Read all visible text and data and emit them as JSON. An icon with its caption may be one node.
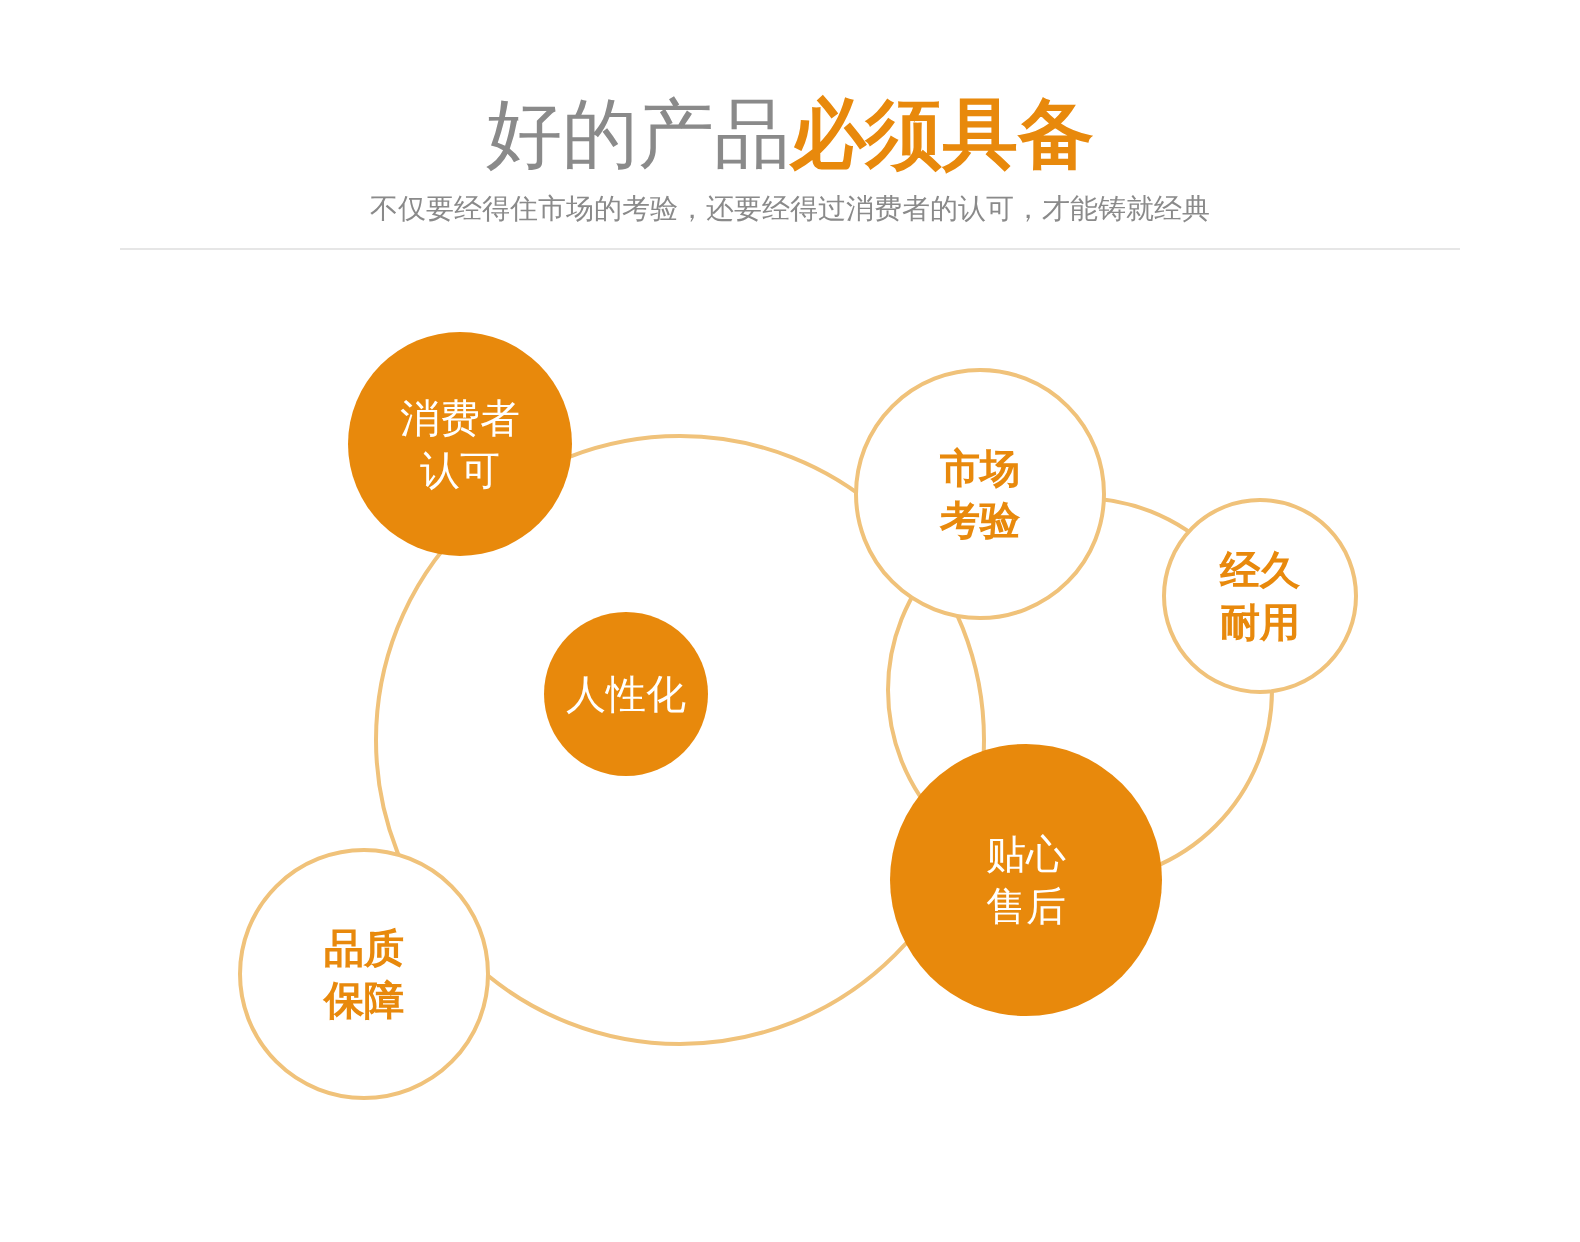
{
  "diagram": {
    "title": "好的产品**必须具备**",
    "caption": "不仅要经得住市场的考验，还要经得过消费者的认可，才能铸就经典",
    "nodes": [
      {
        "text": [
          "消费者认可"
        ]
      },
      {
        "text": [
          "市场考验"
        ]
      },
      {
        "text": [
          "经久耐用"
        ]
      },
      {
        "text": [
          "人性化"
        ]
      },
      {
        "text": [
          "贴心售后"
        ]
      },
      {
        "text": [
          "品质保障"
        ]
      }
    ],
    "edges": []
  }
}
